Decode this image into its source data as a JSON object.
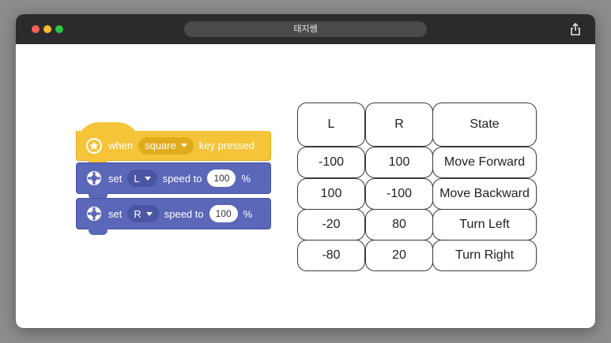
{
  "window": {
    "title": "태지쌤"
  },
  "icons": {
    "share": "share-icon",
    "event": "star-icon",
    "motor": "gear-icon"
  },
  "colors": {
    "event_block": "#f5c438",
    "motor_block": "#5b67b8"
  },
  "blocks": {
    "event": {
      "when": "when",
      "key": "square",
      "suffix": "key pressed"
    },
    "motor1": {
      "set": "set",
      "wheel": "L",
      "speed_to": "speed to",
      "value": "100",
      "unit": "%"
    },
    "motor2": {
      "set": "set",
      "wheel": "R",
      "speed_to": "speed to",
      "value": "100",
      "unit": "%"
    }
  },
  "table": {
    "headers": [
      "L",
      "R",
      "State"
    ],
    "rows": [
      [
        "-100",
        "100",
        "Move Forward"
      ],
      [
        "100",
        "-100",
        "Move Backward"
      ],
      [
        "-20",
        "80",
        "Turn Left"
      ],
      [
        "-80",
        "20",
        "Turn Right"
      ]
    ]
  }
}
